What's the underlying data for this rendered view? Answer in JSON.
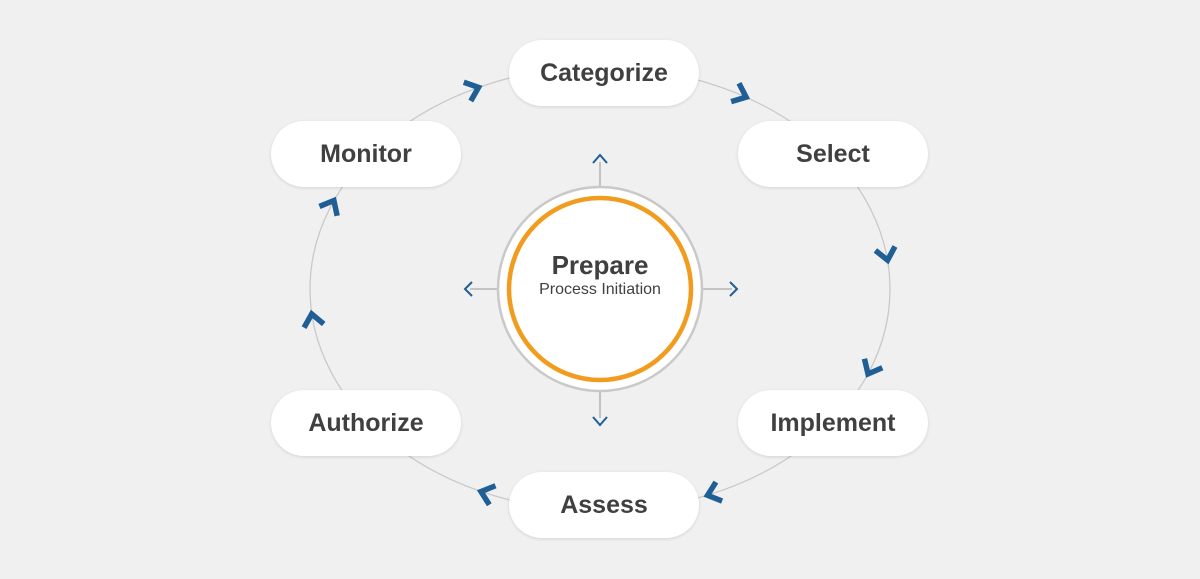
{
  "center": {
    "title": "Prepare",
    "subtitle": "Process Initiation"
  },
  "stages": [
    {
      "id": "categorize",
      "label": "Categorize"
    },
    {
      "id": "select",
      "label": "Select"
    },
    {
      "id": "implement",
      "label": "Implement"
    },
    {
      "id": "assess",
      "label": "Assess"
    },
    {
      "id": "authorize",
      "label": "Authorize"
    },
    {
      "id": "monitor",
      "label": "Monitor"
    }
  ],
  "colors": {
    "background": "#f0f0f0",
    "accent_orange": "#f29c1f",
    "chevron_blue": "#1f5f96",
    "ring_gray": "#c9c9c9",
    "text_dark": "#404040"
  },
  "icons": {
    "chevron": "chevron-icon",
    "center_arrows": "arrow-icon"
  }
}
